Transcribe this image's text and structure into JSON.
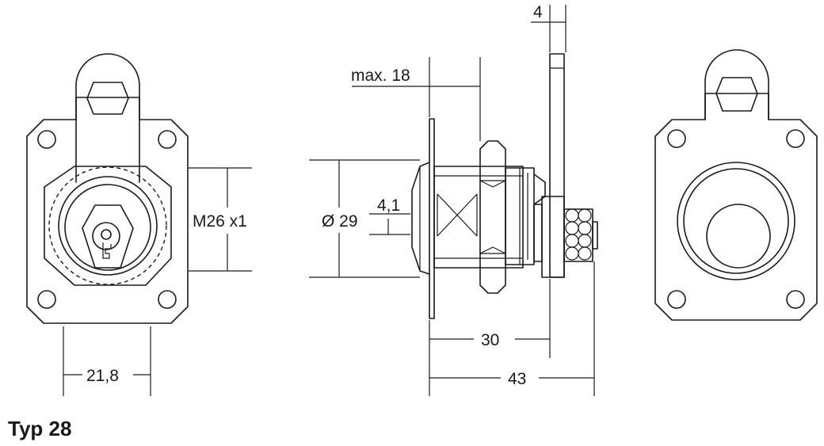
{
  "caption": "Typ 28",
  "dimensions": {
    "thread": "M26 x1",
    "hole_spacing": "21,8",
    "max_panel": "max. 18",
    "cam_thickness": "4",
    "diameter": "Ø 29",
    "key_offset": "4,1",
    "length_to_cam": "30",
    "total_length": "43"
  }
}
